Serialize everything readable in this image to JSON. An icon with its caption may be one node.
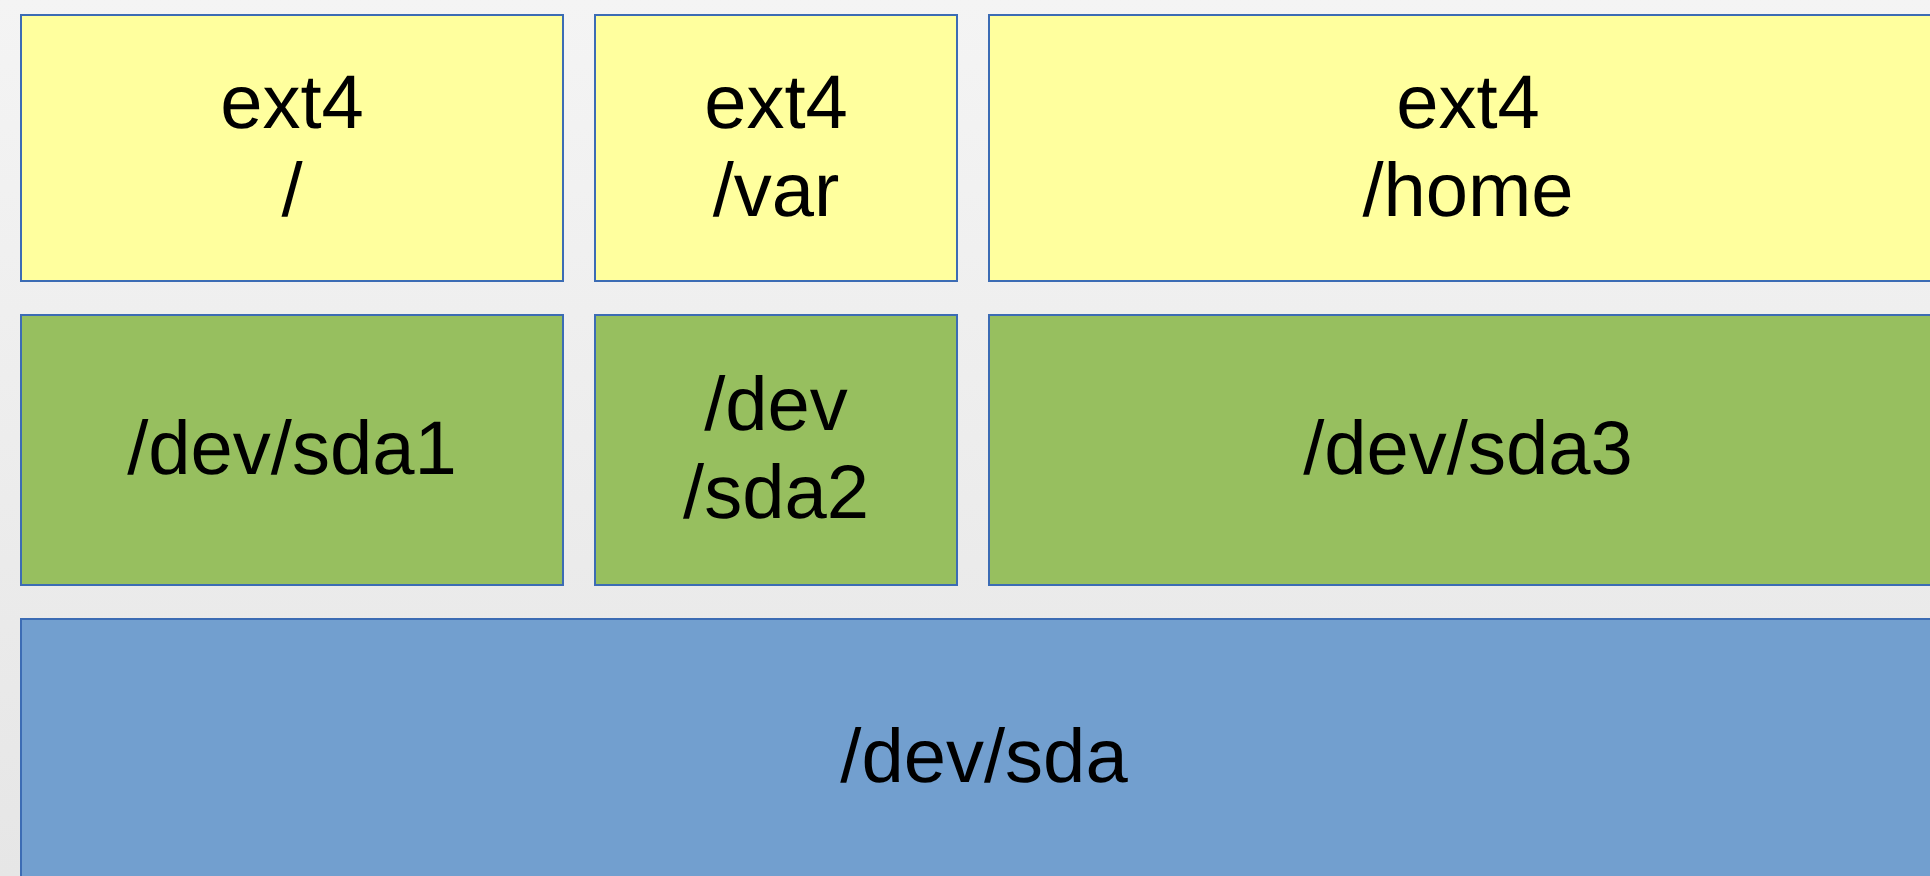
{
  "diagram": {
    "nodes": [
      {
        "text": [
          "ext4",
          "/"
        ]
      },
      {
        "text": [
          "ext4",
          "/var"
        ]
      },
      {
        "text": [
          "ext4",
          "/home"
        ]
      },
      {
        "text": [
          "/dev/sda1"
        ]
      },
      {
        "text": [
          "/dev /sda2"
        ]
      },
      {
        "text": [
          "/dev/sda3"
        ]
      },
      {
        "text": [
          "/dev/sda"
        ]
      }
    ]
  }
}
